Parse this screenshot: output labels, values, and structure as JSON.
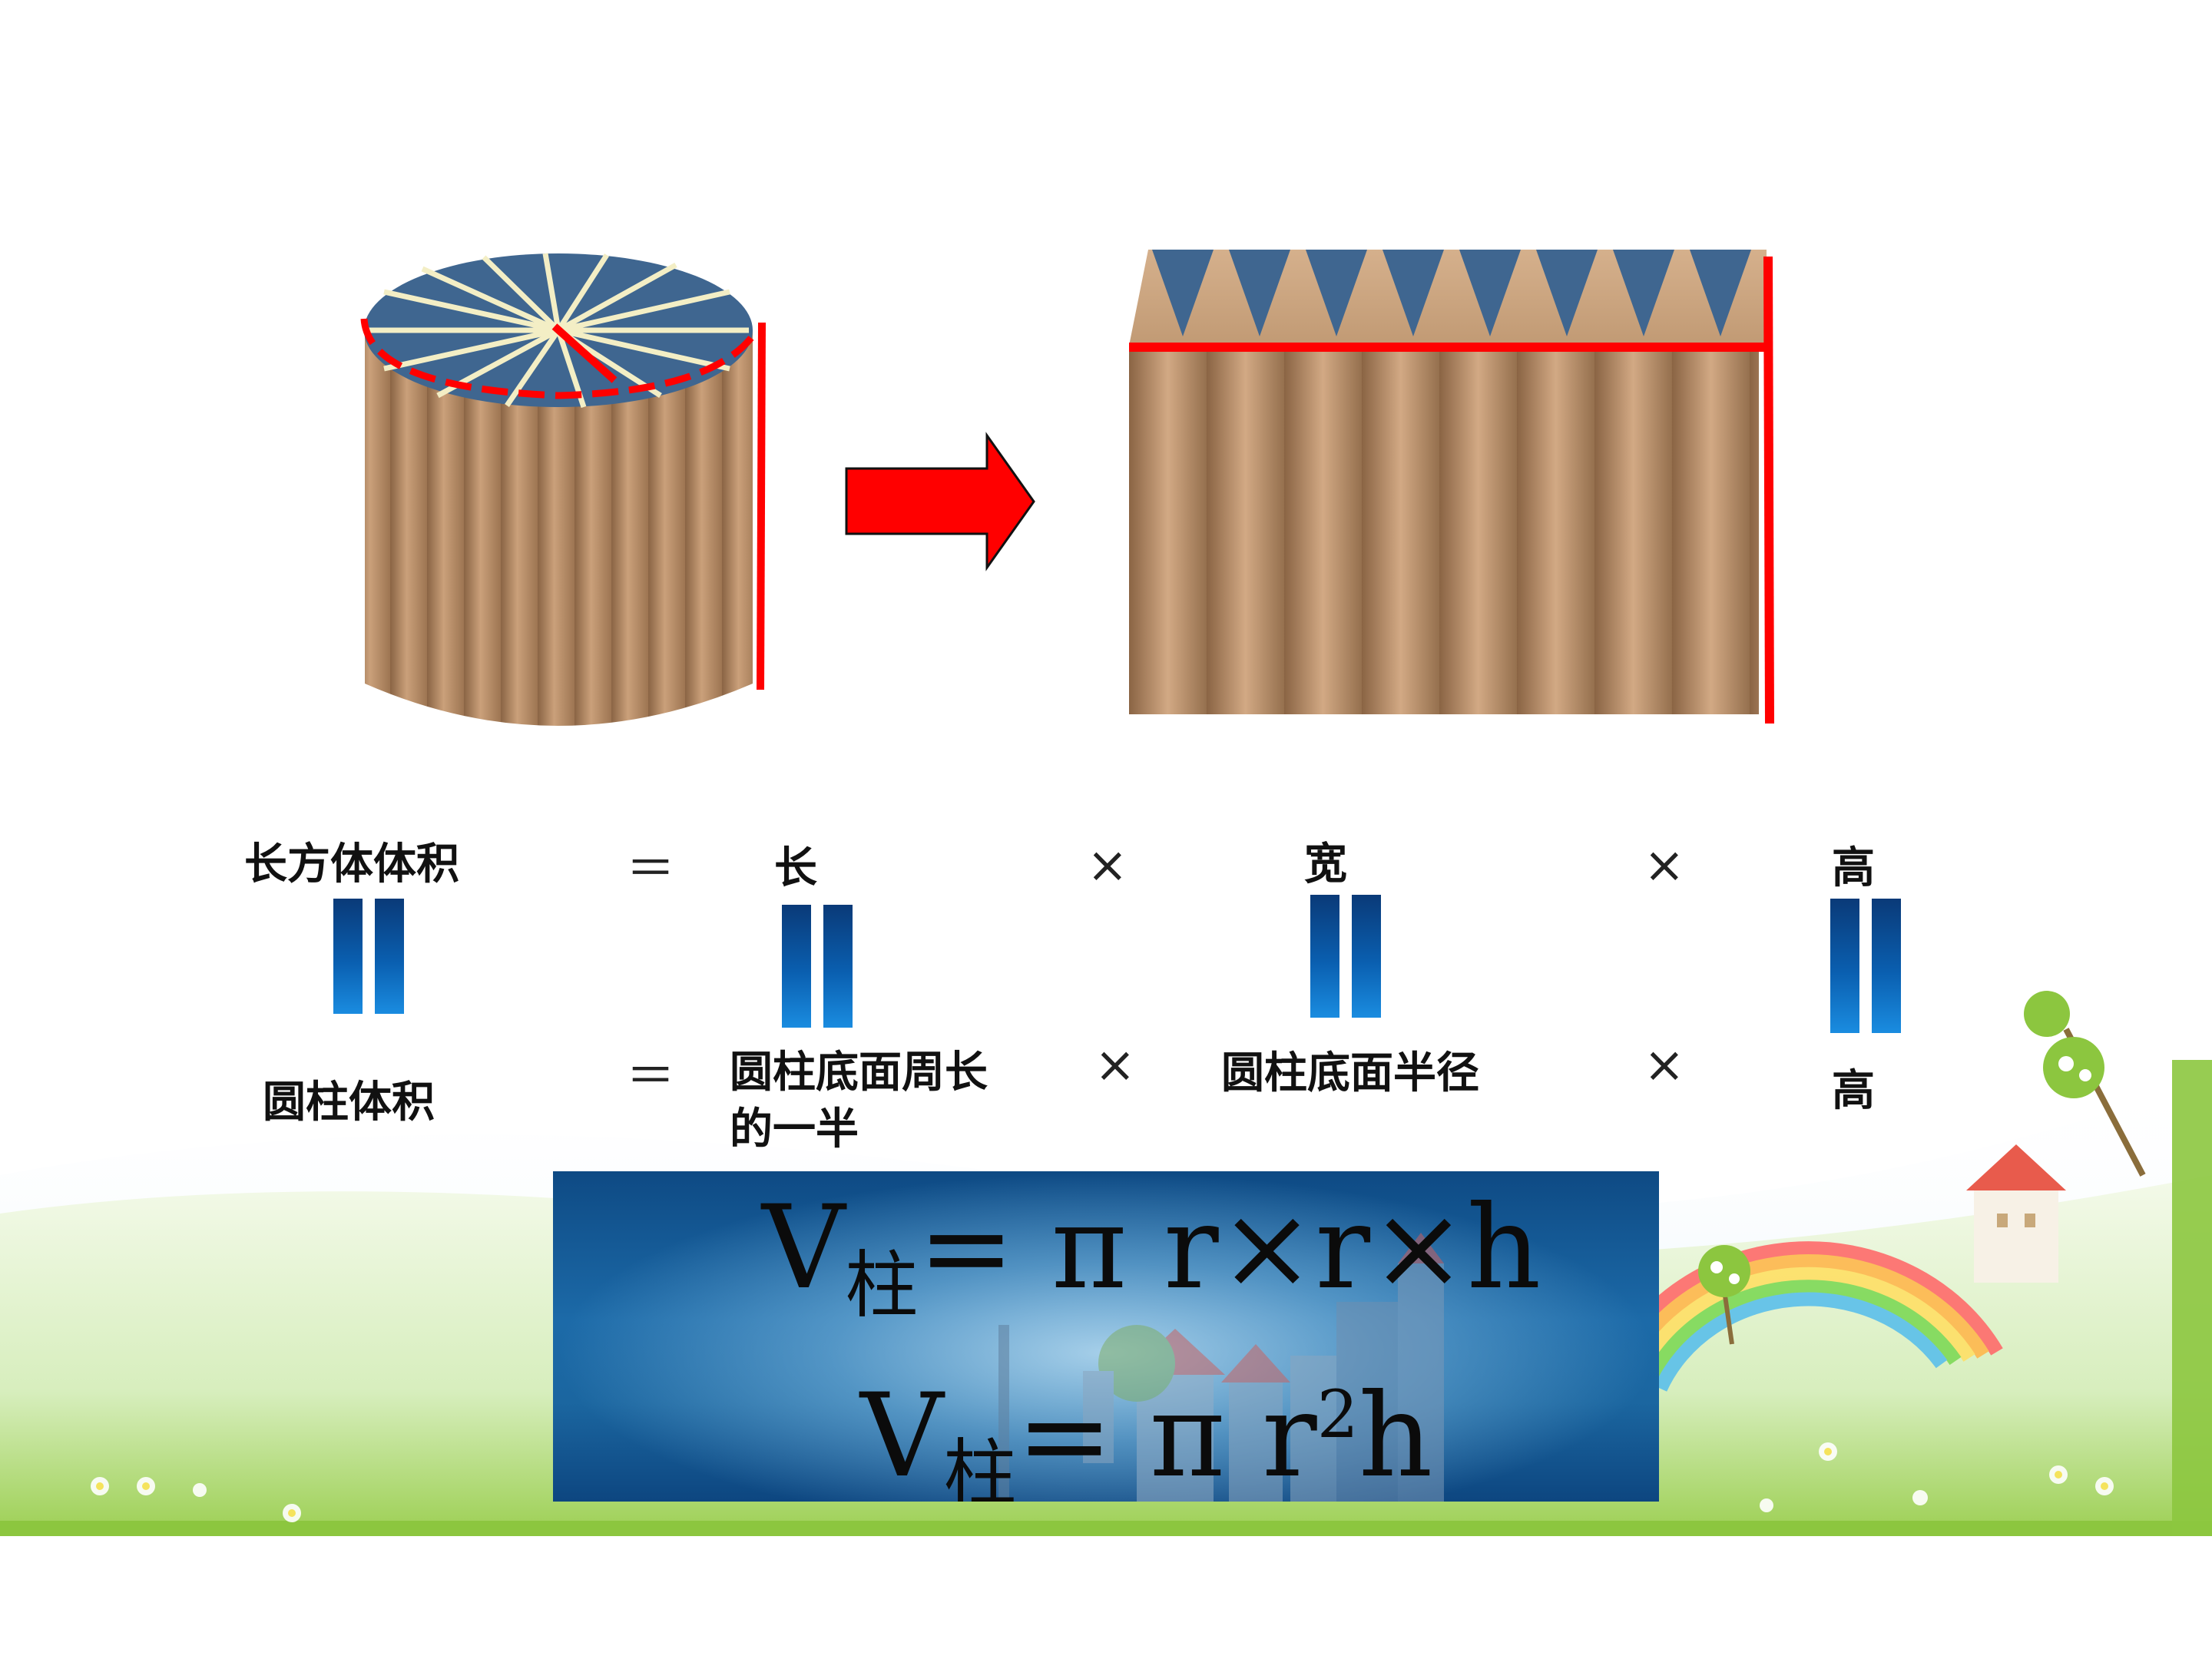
{
  "slide": {
    "row1": {
      "left": "长方体体积",
      "eq": "＝",
      "a": "长",
      "times1": "×",
      "b": "宽",
      "times2": "×",
      "c": "高"
    },
    "row2": {
      "left": "圆柱体积",
      "eq": "＝",
      "a": "圆柱底面周长的一半",
      "times1": "×",
      "b": "圆柱底面半径",
      "times2": "×",
      "c": "高"
    },
    "formula1": {
      "v": "V",
      "sub": "柱",
      "rest": "= π r×r×h"
    },
    "formula2": {
      "v": "V",
      "sub": "柱",
      "rest_a": "= π r",
      "sup": "2",
      "rest_b": "h"
    }
  },
  "colors": {
    "accent_red": "#ff0000",
    "wood": "#b98c60",
    "cap_blue": "#3f6690",
    "bar_blue": "#0a5fb0",
    "grass": "#8cc63f"
  }
}
